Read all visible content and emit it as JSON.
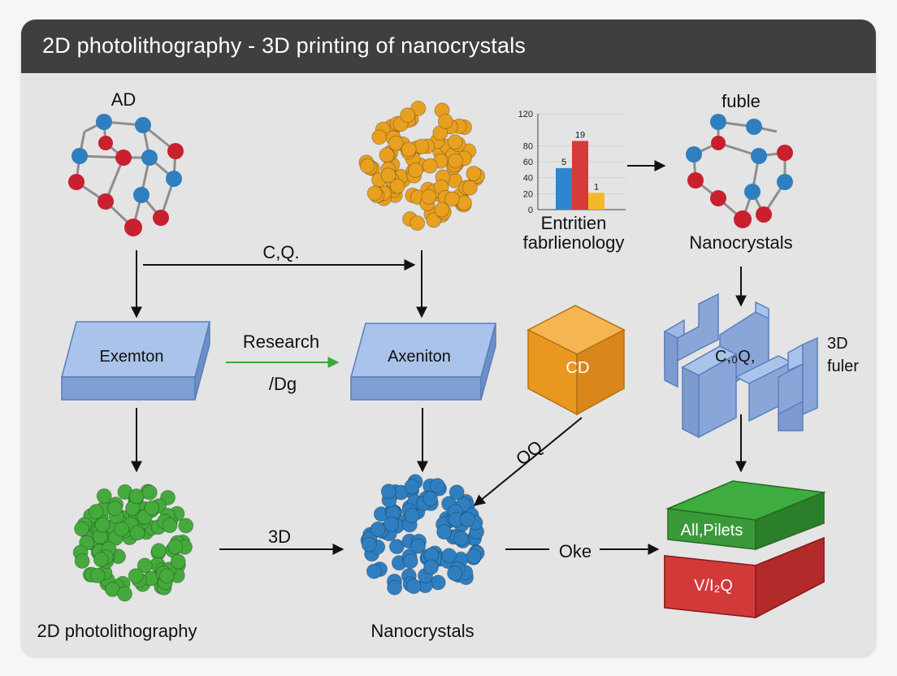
{
  "header": {
    "title": "2D photolithography - 3D printing of nanocrystals"
  },
  "labels": {
    "ad": "AD",
    "fuble": "fuble",
    "cq_top": "C,Q.",
    "research": "Research",
    "dg": "/Dg",
    "exemton": "Exemton",
    "axeniton": "Axeniton",
    "cd": "CD",
    "oq": "OQ",
    "three_d": "3D",
    "oke": "Oke",
    "nanocrystals_right": "Nanocrystals",
    "nanocrystals_bottom": "Nanocrystals",
    "photolith": "2D photolithography",
    "entrition": "Entritien",
    "fabrlienology": "fabrlienology",
    "c20q2": "C,₀Q,",
    "fuler_3d": "3D",
    "fuler": "fuler",
    "all_pilets": "All,Pilets",
    "vi2q": "V/I₂Q"
  },
  "colors": {
    "blue_atom": "#2f7fc0",
    "red_atom": "#c8202e",
    "orange_atom": "#e8a020",
    "green_atom": "#44aa3c",
    "box_blue": "#8fb0de",
    "cube_orange": "#eea030",
    "green_block": "#3a9a3a",
    "red_block": "#d23a3a",
    "arrow_green": "#3aaa3a"
  },
  "chart_data": {
    "type": "bar",
    "categories": [
      "",
      "",
      ""
    ],
    "values": [
      52,
      86,
      21
    ],
    "data_labels": [
      "5",
      "19",
      "1"
    ],
    "colors": [
      "#2f86cf",
      "#d63a3a",
      "#f5b82a"
    ],
    "yticks": [
      "0",
      "20",
      "40",
      "60",
      "80",
      "120"
    ],
    "ylim": [
      0,
      120
    ],
    "grid": true
  }
}
